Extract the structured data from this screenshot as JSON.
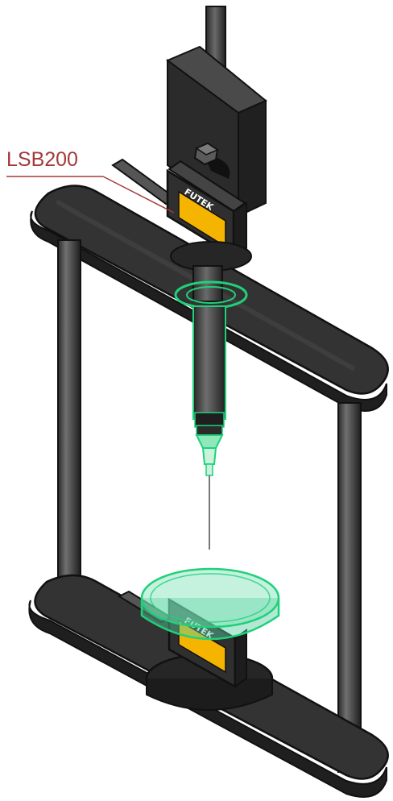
{
  "callout": {
    "label": "LSB200",
    "color": "#a33a3a"
  },
  "brand": {
    "sensor_top": "FUTEK",
    "sensor_bottom": "FUTEK"
  },
  "colors": {
    "frame_dark": "#2a2a2a",
    "frame_mid": "#3a3a3a",
    "frame_edge": "#1c1c1c",
    "rod_light": "#5a5a5a",
    "sensor_yellow": "#f4b400",
    "sensor_body": "#2f2f2f",
    "highlight_green": "#1fd17a",
    "dish_fill": "#57cfa0"
  },
  "icons": {
    "upper_load_cell": "s-beam-load-cell-icon",
    "lower_load_cell": "s-beam-load-cell-icon",
    "syringe": "syringe-needle-icon",
    "dish": "petri-dish-icon"
  }
}
